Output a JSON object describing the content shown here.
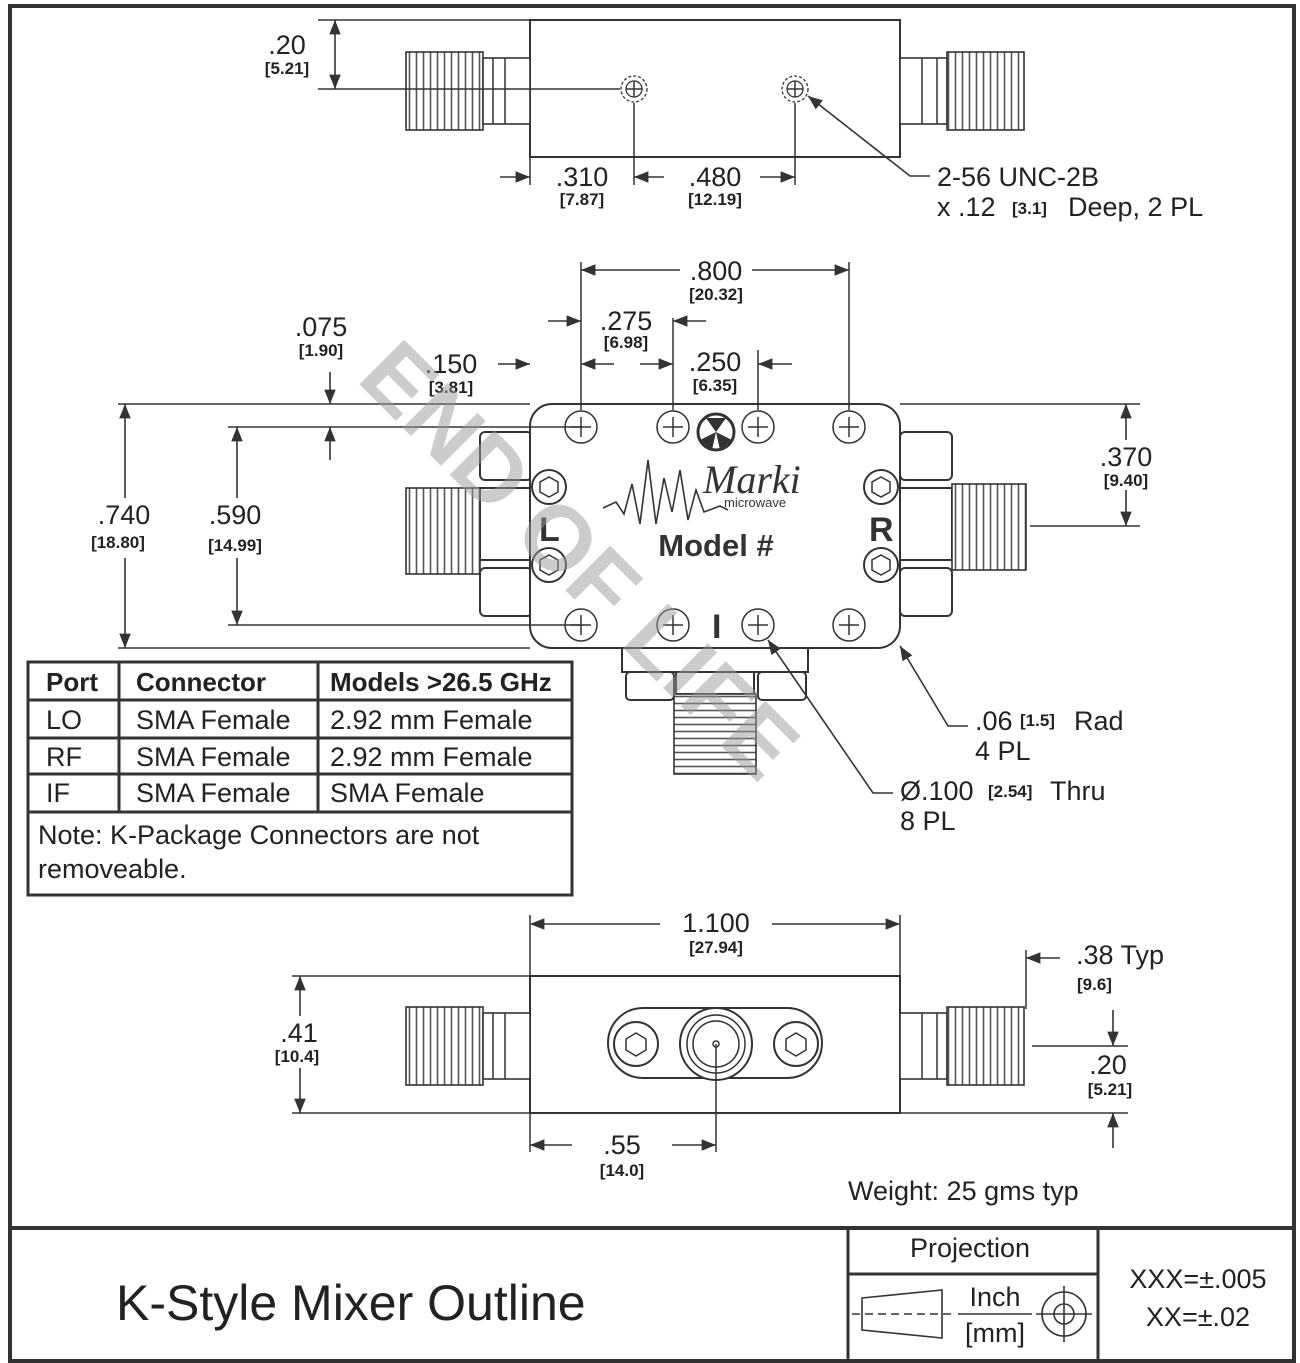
{
  "top_view": {
    "dim_height": ".20",
    "dim_height_mm": "[5.21]",
    "dim_hole1": ".310",
    "dim_hole1_mm": "[7.87]",
    "dim_hole2": ".480",
    "dim_hole2_mm": "[12.19]",
    "tap_note_line1": "2-56 UNC-2B",
    "tap_note_line2_pre": "x .12",
    "tap_note_line2_mm": "[3.1]",
    "tap_note_line2_post": "Deep, 2 PL"
  },
  "front_view": {
    "dim_800": ".800",
    "dim_800_mm": "[20.32]",
    "dim_275": ".275",
    "dim_275_mm": "[6.98]",
    "dim_075": ".075",
    "dim_075_mm": "[1.90]",
    "dim_150": ".150",
    "dim_150_mm": "[3.81]",
    "dim_250": ".250",
    "dim_250_mm": "[6.35]",
    "dim_370": ".370",
    "dim_370_mm": "[9.40]",
    "dim_740": ".740",
    "dim_740_mm": "[18.80]",
    "dim_590": ".590",
    "dim_590_mm": "[14.99]",
    "port_left": "L",
    "port_right": "R",
    "port_bottom": "I",
    "brand": "Marki",
    "brand_sub": "microwave",
    "model": "Model #",
    "radius_pre": ".06",
    "radius_mm": "[1.5]",
    "radius_post": "Rad",
    "radius_qty": "4 PL",
    "hole_pre": "Ø.100",
    "hole_mm": "[2.54]",
    "hole_post": "Thru",
    "hole_qty": "8 PL"
  },
  "connector_table": {
    "headers": [
      "Port",
      "Connector",
      "Models >26.5 GHz"
    ],
    "rows": [
      [
        "LO",
        "SMA Female",
        "2.92 mm Female"
      ],
      [
        "RF",
        "SMA Female",
        "2.92 mm Female"
      ],
      [
        "IF",
        "SMA Female",
        "SMA Female"
      ]
    ],
    "note_line1": "Note: K-Package Connectors are not",
    "note_line2": "removeable."
  },
  "bottom_view": {
    "dim_1100": "1.100",
    "dim_1100_mm": "[27.94]",
    "dim_38": ".38 Typ",
    "dim_38_mm": "[9.6]",
    "dim_41": ".41",
    "dim_41_mm": "[10.4]",
    "dim_20": ".20",
    "dim_20_mm": "[5.21]",
    "dim_55": ".55",
    "dim_55_mm": "[14.0]",
    "weight": "Weight: 25 gms typ"
  },
  "title_block": {
    "title": "K-Style Mixer Outline",
    "projection_label": "Projection",
    "unit_inch": "Inch",
    "unit_mm": "[mm]",
    "tol_xxx": "XXX=±.005",
    "tol_xx": "XX=±.02"
  },
  "watermark": "END OF LIFE"
}
